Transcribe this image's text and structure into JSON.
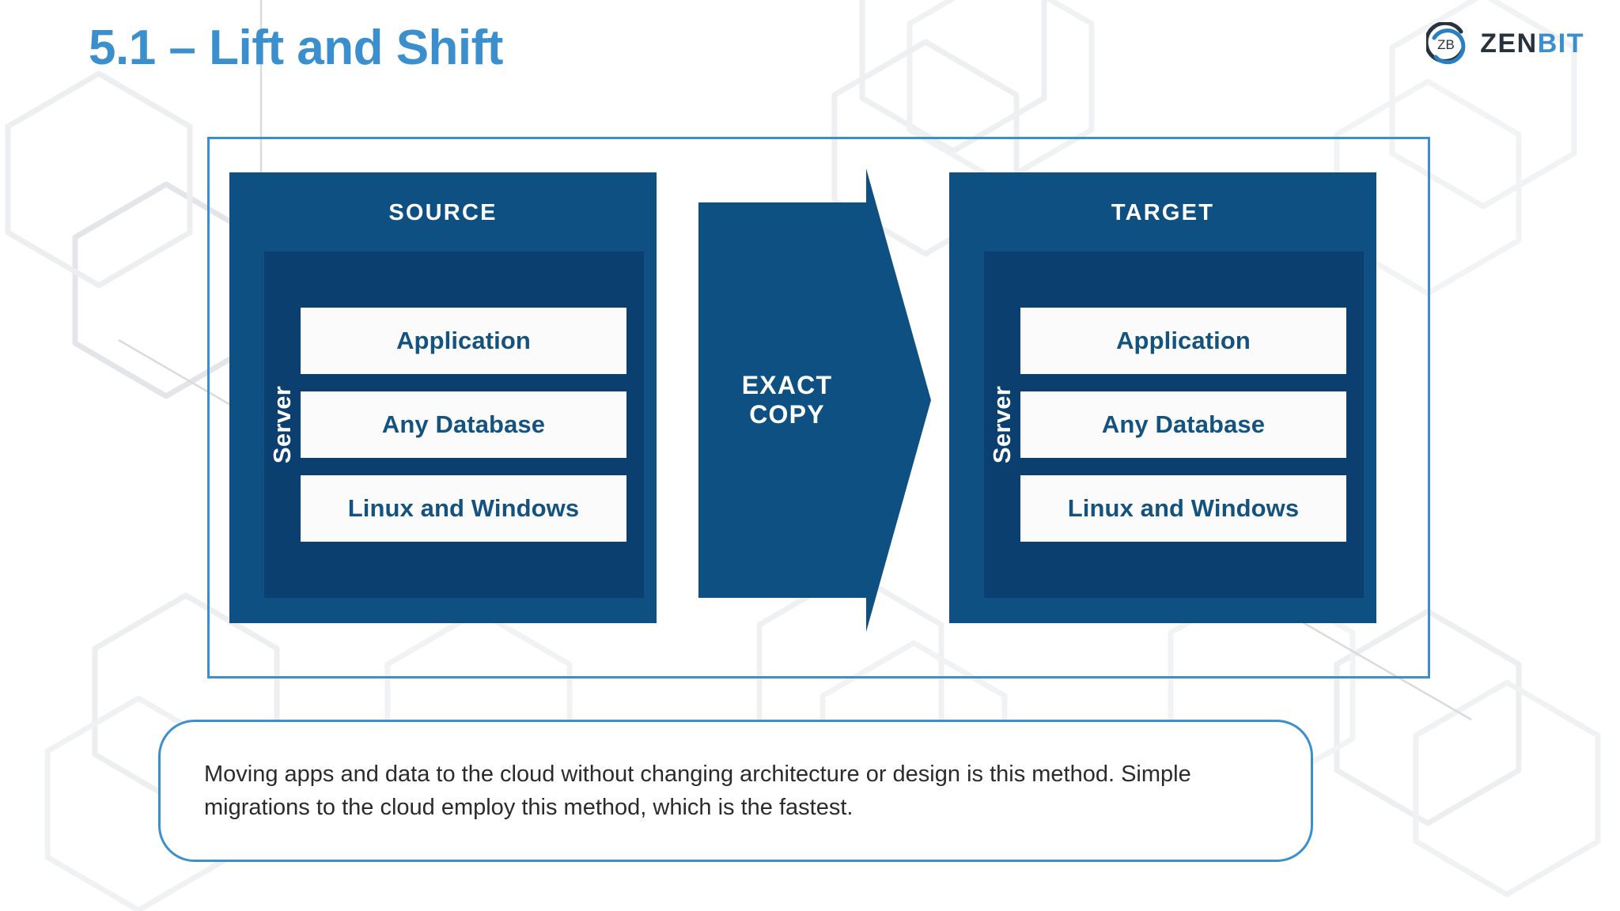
{
  "slide": {
    "title": "5.1 – Lift and Shift",
    "accent_blue": "#3b8fcc",
    "panel_blue": "#0f5083",
    "panel_inner_blue": "#0a3f6f",
    "card_text_blue": "#14537f"
  },
  "logo": {
    "mark_text": "ZB",
    "word_primary": "ZEN",
    "word_secondary": "BIT",
    "primary_color": "#28323c",
    "secondary_color": "#3b8fcc"
  },
  "diagram": {
    "source": {
      "title": "SOURCE",
      "server_label": "Server",
      "cards": [
        "Application",
        "Any Database",
        "Linux and Windows"
      ]
    },
    "target": {
      "title": "TARGET",
      "server_label": "Server",
      "cards": [
        "Application",
        "Any Database",
        "Linux and Windows"
      ]
    },
    "arrow": {
      "line1": "EXACT",
      "line2": "COPY",
      "color": "#0f5083",
      "direction": "right"
    }
  },
  "caption": {
    "text": "Moving apps and data to the cloud without changing architecture or design is this method. Simple migrations to the cloud employ this method, which is the fastest."
  }
}
